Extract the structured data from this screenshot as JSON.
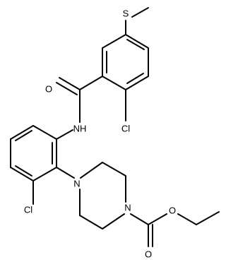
{
  "molecule": {
    "atom_labels": {
      "sulfur": "S",
      "carbonyl_oxygen_amide": "O",
      "chlorine_aryl_top": "Cl",
      "amide_nitrogen": "NH",
      "nitrogen_piperazine_top": "N",
      "chlorine_aryl_bottom": "Cl",
      "nitrogen_piperazine_bottom": "N",
      "oxygen_ester_single": "O",
      "oxygen_ester_double": "O"
    },
    "colors": {
      "bonds": "#000000",
      "labels": "#000000",
      "background": "#ffffff"
    }
  }
}
